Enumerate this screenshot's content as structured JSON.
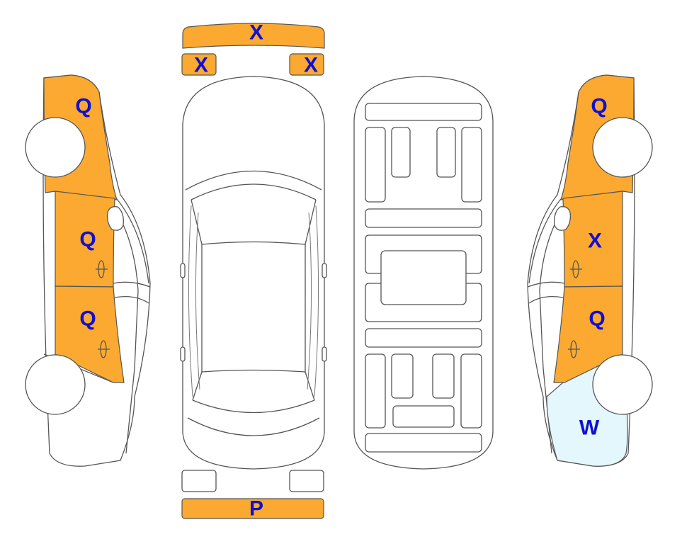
{
  "colors": {
    "damage_orange": "#FBA930",
    "damage_light_blue": "#E3F7FD",
    "code_text": "#1010D0",
    "outline": "#555555"
  },
  "parts": {
    "front_bumper": {
      "code": "X",
      "color": "#FBA930"
    },
    "headlamp_left": {
      "code": "X",
      "color": "#FBA930"
    },
    "headlamp_right": {
      "code": "X",
      "color": "#FBA930"
    },
    "rear_bumper": {
      "code": "P",
      "color": "#FBA930"
    },
    "left_front_fender": {
      "code": "Q",
      "color": "#FBA930"
    },
    "left_front_door": {
      "code": "Q",
      "color": "#FBA930"
    },
    "left_rear_door": {
      "code": "Q",
      "color": "#FBA930"
    },
    "right_front_fender": {
      "code": "Q",
      "color": "#FBA930"
    },
    "right_front_door": {
      "code": "X",
      "color": "#FBA930"
    },
    "right_rear_door": {
      "code": "Q",
      "color": "#FBA930"
    },
    "right_rear_quarter": {
      "code": "W",
      "color": "#E3F7FD"
    }
  }
}
